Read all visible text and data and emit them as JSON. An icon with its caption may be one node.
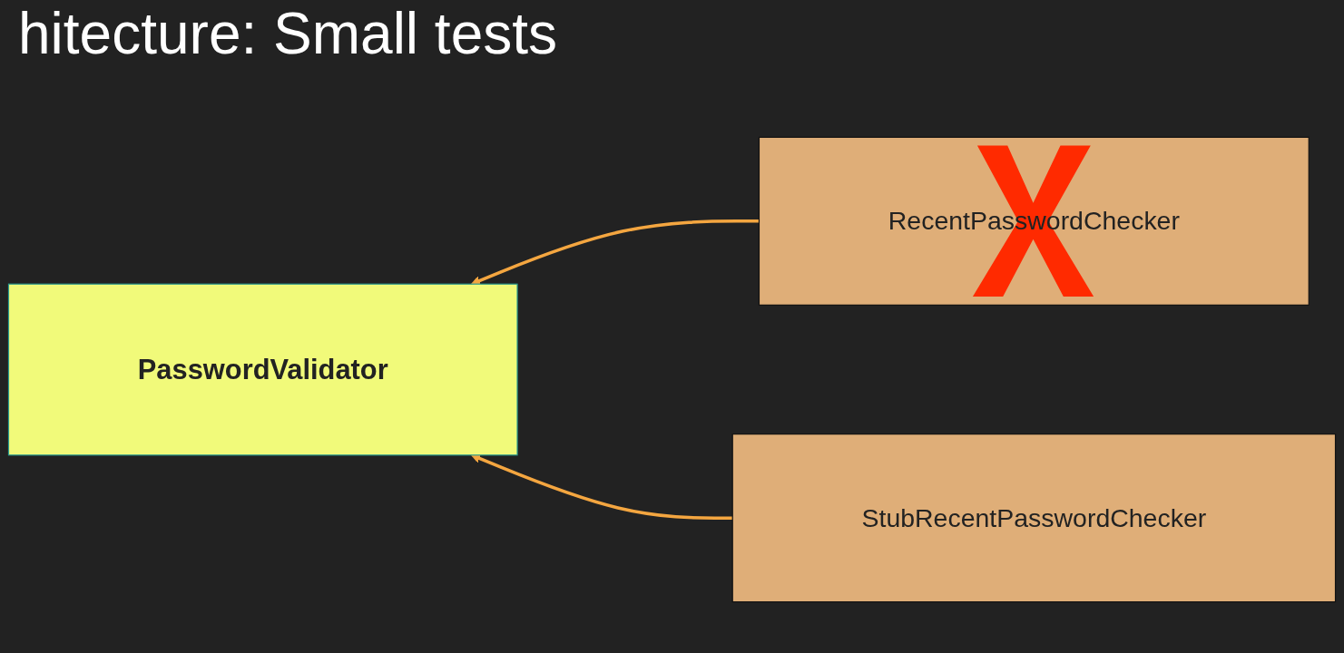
{
  "diagram": {
    "title": "hitecture: Small tests",
    "nodes": [
      {
        "text": [
          "PasswordValidator"
        ]
      },
      {
        "text": [
          "RecentPasswordChecker"
        ]
      },
      {
        "text": [
          "StubRecentPasswordChecker"
        ]
      }
    ],
    "edges": [
      {
        "from": 1,
        "to": 0,
        "arrow": "to"
      },
      {
        "from": 2,
        "to": 0,
        "arrow": "to"
      }
    ]
  }
}
